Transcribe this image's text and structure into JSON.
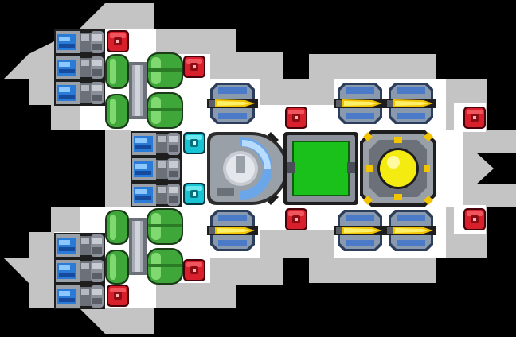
{
  "scene": {
    "type": "ship-layout-editor",
    "palette": {
      "background": "#000000",
      "hull": "#c4c4c4",
      "interior": "#ffffff",
      "port_red": "#d8202c",
      "port_cyan": "#18c4d4",
      "engine_blue": "#2a7ad8",
      "fuel_green": "#3fa63a",
      "module_green": "#19c11a",
      "reactor_yellow": "#f4ec10",
      "missile_yellow": "#f2c400",
      "metal": "#8a8f99"
    },
    "modules": [
      {
        "kind": "thruster-bank",
        "icon": "thruster-icon",
        "count": 3
      },
      {
        "kind": "thruster-bank",
        "icon": "thruster-icon",
        "count": 3
      },
      {
        "kind": "thruster-bank",
        "icon": "thruster-icon",
        "count": 3
      },
      {
        "kind": "fuel-tank",
        "icon": "fuel-tank-icon",
        "count": 2
      },
      {
        "kind": "cockpit",
        "icon": "cockpit-dome-icon",
        "count": 1
      },
      {
        "kind": "green-module",
        "icon": "green-module-icon",
        "count": 1
      },
      {
        "kind": "reactor",
        "icon": "reactor-core-icon",
        "count": 1
      },
      {
        "kind": "missile-launcher",
        "icon": "missile-icon",
        "count": 6
      },
      {
        "kind": "red-hardpoint",
        "icon": "red-port-icon",
        "count": 8
      },
      {
        "kind": "cyan-hardpoint",
        "icon": "cyan-port-icon",
        "count": 2
      }
    ]
  }
}
